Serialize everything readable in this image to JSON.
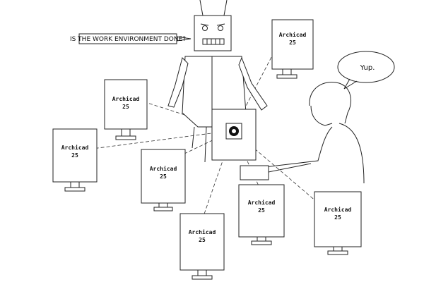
{
  "speech": {
    "robot": "IS THE WORK ENVIRONMENT DONE?",
    "person": "Yup."
  },
  "monitors": [
    {
      "label": "Archicad",
      "version": "25"
    },
    {
      "label": "Archicad",
      "version": "25"
    },
    {
      "label": "Archicad",
      "version": "25"
    },
    {
      "label": "Archicad",
      "version": "25"
    },
    {
      "label": "Archicad",
      "version": "25"
    },
    {
      "label": "Archicad",
      "version": "25"
    },
    {
      "label": "Archicad",
      "version": "25"
    }
  ],
  "central_icon": "archicad-logo-icon"
}
